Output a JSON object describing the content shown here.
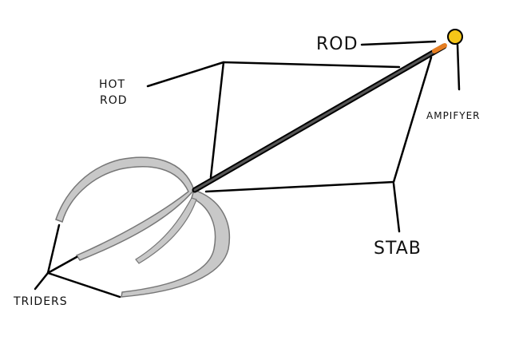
{
  "diagram": {
    "labels": {
      "rod": "ROD",
      "hot_rod_line1": "HOT",
      "hot_rod_line2": "ROD",
      "ampifyer": "AMPIFYER",
      "stab": "STAB",
      "triders": "TRIDERS"
    },
    "colors": {
      "lines": "#000000",
      "prongs_fill": "#c8c8c8",
      "orb": "#f5c518",
      "rod_tip": "#e67e22",
      "shaft": "#555555"
    },
    "icons": {
      "orb": "yellow-orb-icon",
      "weapon": "trident-weapon-icon"
    }
  }
}
